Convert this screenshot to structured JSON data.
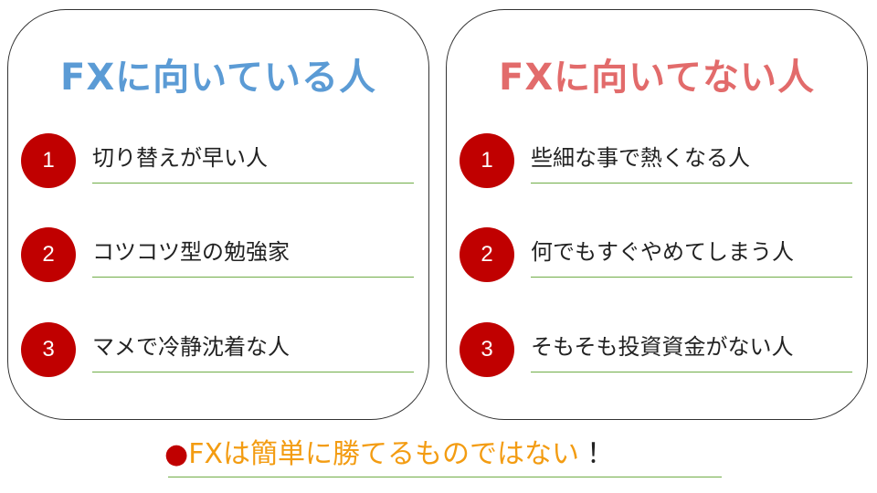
{
  "left_panel": {
    "title": "FXに向いている人",
    "items": [
      {
        "num": "1",
        "text": "切り替えが早い人"
      },
      {
        "num": "2",
        "text": "コツコツ型の勉強家"
      },
      {
        "num": "3",
        "text": "マメで冷静沈着な人"
      }
    ]
  },
  "right_panel": {
    "title": "FXに向いてない人",
    "items": [
      {
        "num": "1",
        "text": "些細な事で熱くなる人"
      },
      {
        "num": "2",
        "text": "何でもすぐやめてしまう人"
      },
      {
        "num": "3",
        "text": "そもそも投資資金がない人"
      }
    ]
  },
  "footer": {
    "bullet": "●",
    "text": "FXは簡単に勝てるものではない",
    "exclamation": "！"
  },
  "colors": {
    "left_title": "#5b9bd5",
    "right_title": "#e26b6b",
    "number_circle": "#c00000",
    "underline": "#70ad47",
    "footer_text": "#f39c12"
  }
}
